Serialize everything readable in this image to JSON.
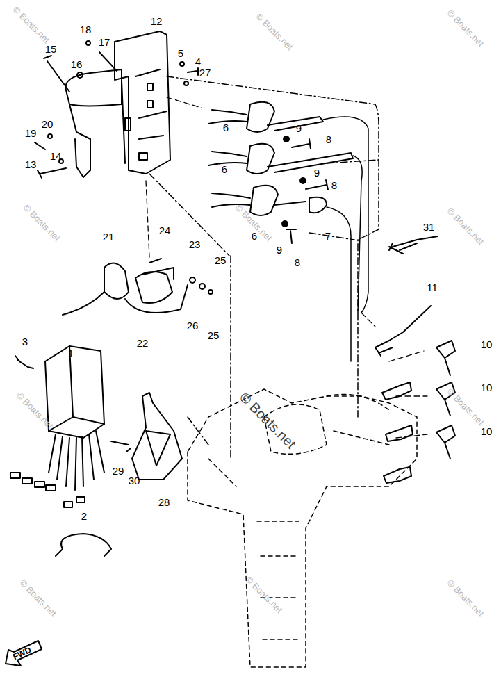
{
  "diagram": {
    "labels": [
      "12",
      "18",
      "17",
      "15",
      "16",
      "5",
      "4",
      "27",
      "6",
      "9",
      "8",
      "6",
      "9",
      "8",
      "6",
      "9",
      "8",
      "7",
      "19",
      "20",
      "13",
      "14",
      "21",
      "24",
      "23",
      "25",
      "31",
      "11",
      "26",
      "25",
      "22",
      "10",
      "10",
      "10",
      "3",
      "1",
      "29",
      "30",
      "28",
      "2",
      "© Boats.net",
      "© Boats.net",
      "© Boats.net",
      "© Boats.net",
      "© Boats.net",
      "© Boats.net",
      "© Boats.net",
      "© Boats.net",
      "© Boats.net",
      "© Boats.net",
      "© Boats.net",
      "© Boats.net",
      "FWD"
    ]
  }
}
